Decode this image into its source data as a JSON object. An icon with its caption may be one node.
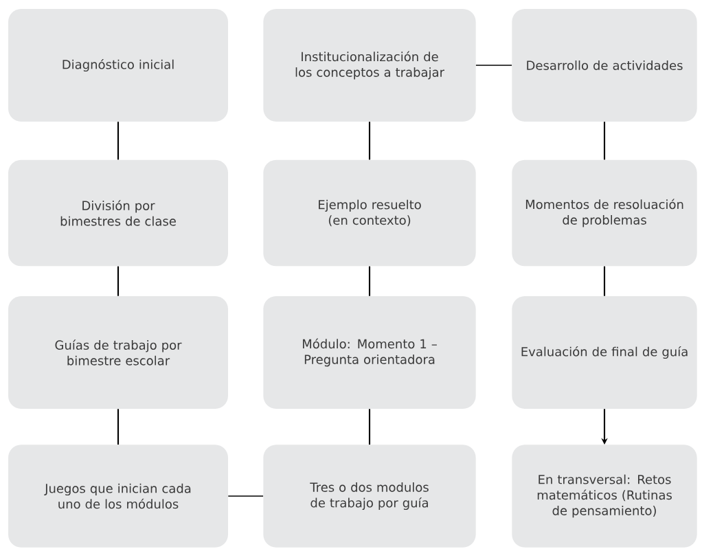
{
  "diagram": {
    "nodes": [
      {
        "text": [
          "Diagnóstico  inicial"
        ]
      },
      {
        "text": [
          "Institucionalización de los conceptos a trabajar"
        ]
      },
      {
        "text": [
          "Desarrollo de actividades"
        ]
      },
      {
        "text": [
          "División por bimestres de clase"
        ]
      },
      {
        "text": [
          "Ejemplo resuelto (en contexto)"
        ]
      },
      {
        "text": [
          "Momentos de resoluación de problemas"
        ]
      },
      {
        "text": [
          "Guías de trabajo por bimestre escolar"
        ]
      },
      {
        "text": [
          "Módulo: Momento 1 – Pregunta orientadora"
        ]
      },
      {
        "text": [
          "Evaluación de final de guía"
        ]
      },
      {
        "text": [
          "Juegos que inician cada uno de los módulos"
        ]
      },
      {
        "text": [
          "Tres o dos modulos de trabajo por guía"
        ]
      },
      {
        "text": [
          "En transversal: Retos matemáticos (Rutinas de pensamiento)"
        ]
      }
    ],
    "edges": [
      {
        "from": 0,
        "to": 3,
        "arrow": "none"
      },
      {
        "from": 3,
        "to": 6,
        "arrow": "none"
      },
      {
        "from": 6,
        "to": 9,
        "arrow": "none"
      },
      {
        "from": 9,
        "to": 10,
        "arrow": "none"
      },
      {
        "from": 10,
        "to": 7,
        "arrow": "none"
      },
      {
        "from": 7,
        "to": 4,
        "arrow": "none"
      },
      {
        "from": 4,
        "to": 1,
        "arrow": "none"
      },
      {
        "from": 1,
        "to": 2,
        "arrow": "none"
      },
      {
        "from": 2,
        "to": 5,
        "arrow": "none"
      },
      {
        "from": 5,
        "to": 8,
        "arrow": "none"
      },
      {
        "from": 8,
        "to": 11,
        "arrow": "to"
      }
    ]
  }
}
